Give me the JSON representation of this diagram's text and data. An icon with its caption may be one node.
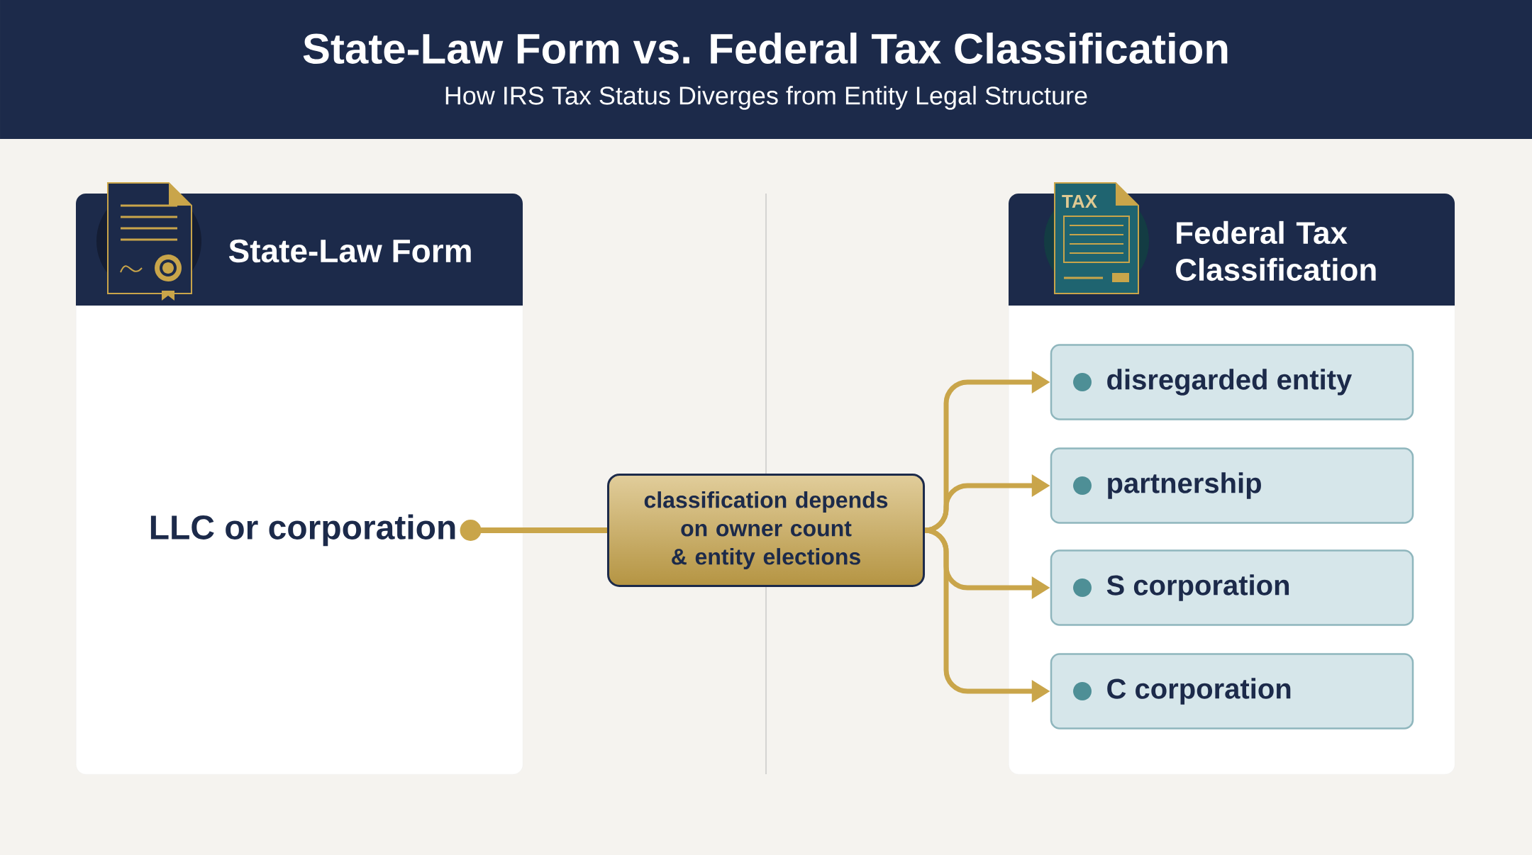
{
  "diagram": {
    "title": "State-Law Form vs. Federal Tax Classification",
    "caption": "How IRS Tax Status Diverges from Entity Legal Structure",
    "nodes": [
      {
        "text": [
          "State-Law Form"
        ]
      },
      {
        "text": [
          "LLC or corporation"
        ],
        "in": 0
      },
      {
        "text": [
          "classification depends on owner count & entity elections"
        ]
      },
      {
        "text": [
          "Federal Tax Classification"
        ]
      },
      {
        "text": [
          "disregarded entity"
        ],
        "in": 3
      },
      {
        "text": [
          "partnership"
        ],
        "in": 3
      },
      {
        "text": [
          "S corporation"
        ],
        "in": 3
      },
      {
        "text": [
          "C corporation"
        ],
        "in": 3
      }
    ],
    "edges": [
      {
        "from": 1,
        "to": 2,
        "arrow": "other"
      },
      {
        "from": 2,
        "to": 4,
        "arrow": "to"
      },
      {
        "from": 2,
        "to": 5,
        "arrow": "to"
      },
      {
        "from": 2,
        "to": 6,
        "arrow": "to"
      },
      {
        "from": 2,
        "to": 7,
        "arrow": "to"
      }
    ],
    "labels": [
      "TAX"
    ]
  }
}
